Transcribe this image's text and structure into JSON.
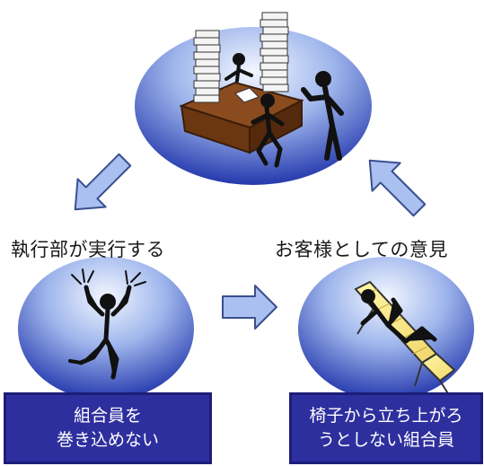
{
  "labels": {
    "left_caption": "執行部が実行する",
    "right_caption": "お客様としての意見"
  },
  "boxes": {
    "left": [
      "組合員を",
      "巻き込めない"
    ],
    "right": [
      "椅子から立ち上がろ",
      "うとしない組合員"
    ]
  },
  "colors": {
    "ellipse_light": "#e6eefb",
    "ellipse_mid": "#7f9fe0",
    "ellipse_dark": "#1b2fa8",
    "arrow_fill": "#a9c0f0",
    "arrow_stroke": "#3a4f8f",
    "box_fill": "#2e2f9e"
  }
}
